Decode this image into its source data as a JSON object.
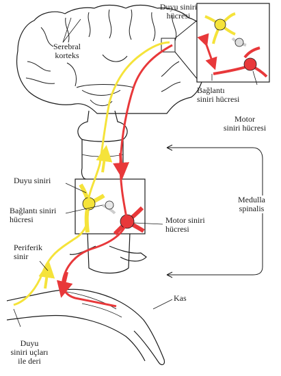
{
  "labels": {
    "cortex": [
      "Serebral",
      "korteks"
    ],
    "top_sensory": [
      "Duyu siniri",
      "hücresi"
    ],
    "top_interneuron": [
      "Bağlantı",
      "siniri hücresi"
    ],
    "top_motor": [
      "Motor",
      "siniri hücresi"
    ],
    "medulla": [
      "Medulla",
      "spinalis"
    ],
    "spinal_sensory": "Duyu siniri",
    "spinal_interneuron": [
      "Bağlantı siniri",
      "hücresi"
    ],
    "spinal_motor": [
      "Motor siniri",
      "hücresi"
    ],
    "peripheral": [
      "Periferik",
      "sinir"
    ],
    "muscle": "Kas",
    "skin": [
      "Duyu",
      "siniri uçları",
      "ile deri"
    ]
  },
  "colors": {
    "sensory": "#f5e33a",
    "motor": "#e8383a",
    "line": "#1a1a1a"
  }
}
